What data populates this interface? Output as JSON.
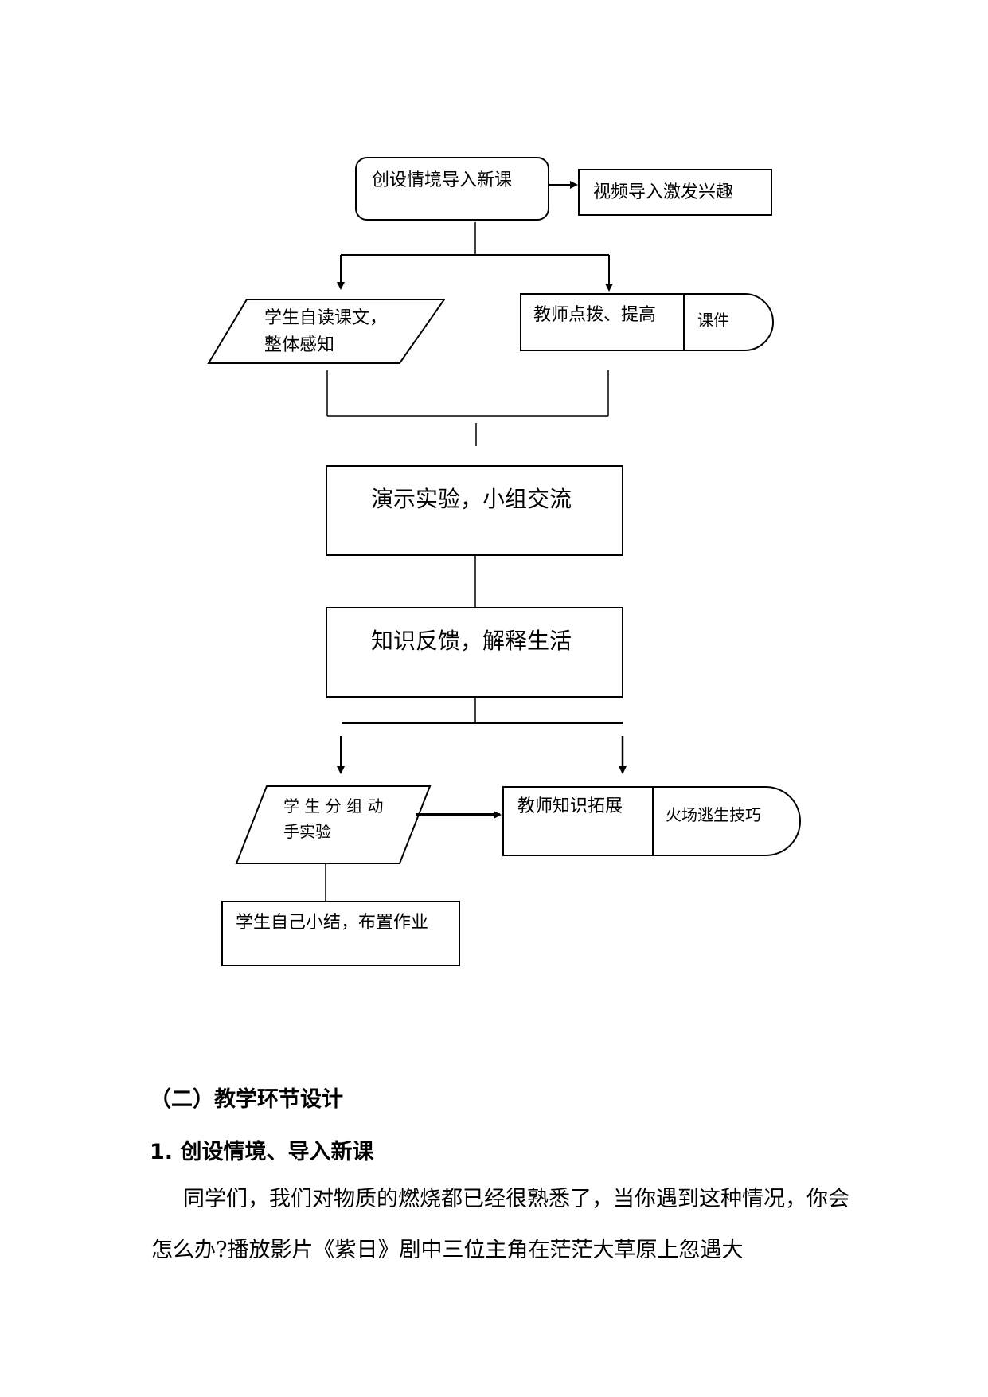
{
  "flowchart": {
    "intro": "创设情境导入新课",
    "video": "视频导入激发兴趣",
    "student_read_line1": "学生自读课文，",
    "student_read_line2": "整体感知",
    "teacher_guide": "教师点拨、提高",
    "courseware": "课件",
    "demo": "演示实验，小组交流",
    "feedback": "知识反馈，解释生活",
    "group_exp_line1": "学 生 分 组 动",
    "group_exp_line2": "手实验",
    "teacher_extend": "教师知识拓展",
    "fire_escape": "火场逃生技巧",
    "summary": "学生自己小结，布置作业"
  },
  "section": {
    "heading": "（二）教学环节设计",
    "subheading": "1. 创设情境、导入新课",
    "paragraph": "同学们，我们对物质的燃烧都已经很熟悉了，当你遇到这种情况，你会怎么办?播放影片《紫日》剧中三位主角在茫茫大草原上忽遇大"
  }
}
